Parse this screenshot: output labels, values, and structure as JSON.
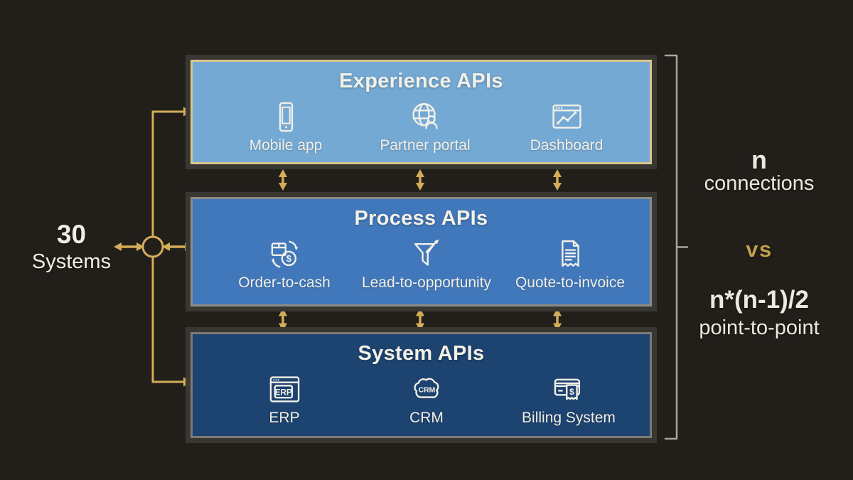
{
  "left_annotation": {
    "count": "30",
    "label": "Systems"
  },
  "layers": [
    {
      "id": "experience",
      "title": "Experience APIs",
      "fill": "#74a9d4",
      "border": "#d9c68c",
      "items": [
        {
          "label": "Mobile app",
          "icon": "mobile-app-icon"
        },
        {
          "label": "Partner portal",
          "icon": "partner-portal-icon"
        },
        {
          "label": "Dashboard",
          "icon": "dashboard-icon"
        }
      ]
    },
    {
      "id": "process",
      "title": "Process APIs",
      "fill": "#4178bb",
      "border": "#8f8c86",
      "items": [
        {
          "label": "Order-to-cash",
          "icon": "order-to-cash-icon",
          "icon_text": "$"
        },
        {
          "label": "Lead-to-opportunity",
          "icon": "lead-to-opportunity-icon"
        },
        {
          "label": "Quote-to-invoice",
          "icon": "quote-to-invoice-icon"
        }
      ]
    },
    {
      "id": "system",
      "title": "System APIs",
      "fill": "#1d4370",
      "border": "#7d7a77",
      "items": [
        {
          "label": "ERP",
          "icon": "erp-icon",
          "icon_text": "ERP"
        },
        {
          "label": "CRM",
          "icon": "crm-cloud-icon",
          "icon_text": "CRM"
        },
        {
          "label": "Billing System",
          "icon": "billing-system-icon",
          "icon_text": "$"
        }
      ]
    }
  ],
  "right_annotation": {
    "top_value": "n",
    "top_label": "connections",
    "versus": "vs",
    "bottom_value": "n*(n-1)/2",
    "bottom_label": "point-to-point"
  },
  "colors": {
    "background": "#221f1b",
    "gold_connector": "#d4ad58",
    "vs_gold": "#c49f4a",
    "bracket_gray": "#a8a59d",
    "text_cream": "#f2efe6",
    "experience_fill": "#74a9d4",
    "experience_border": "#d9c68c",
    "process_fill": "#4178bb",
    "system_fill": "#1d4370",
    "frame_dark": "#393731"
  }
}
